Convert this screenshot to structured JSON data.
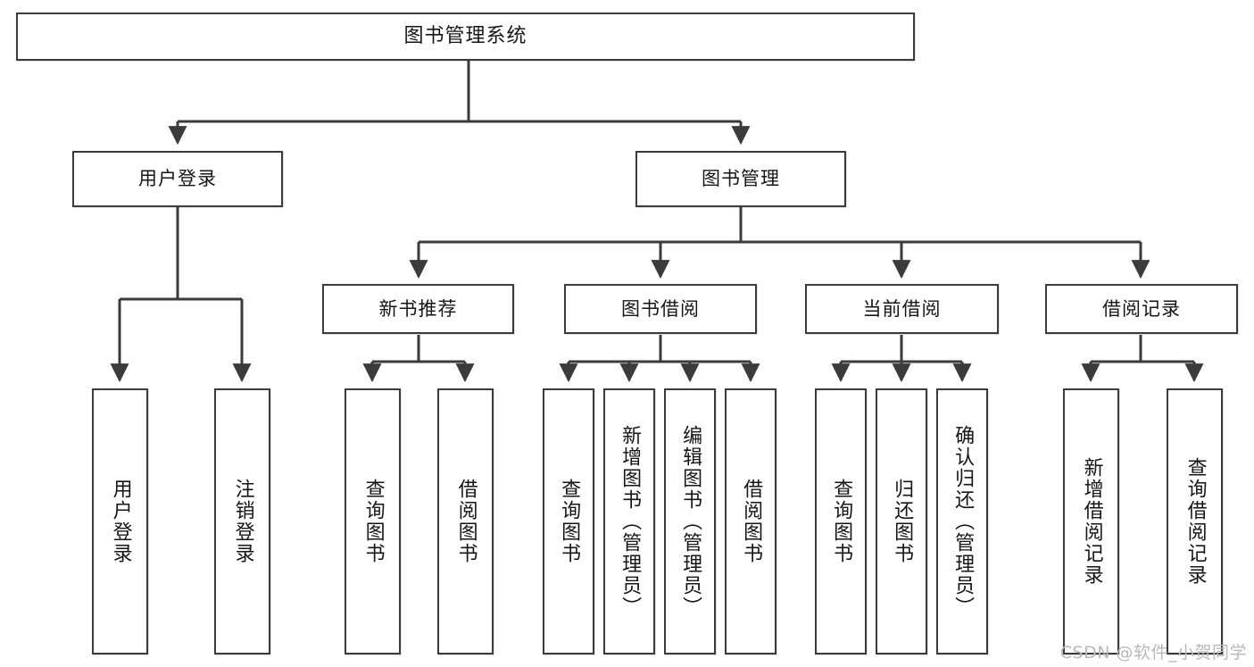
{
  "diagram": {
    "title": "图书管理系统",
    "type": "tree-hierarchy-chart",
    "watermark": "CSDN @软件_小贺同学",
    "colors": {
      "stroke": "#3b3b3b",
      "text": "#161616",
      "background": "#ffffff",
      "watermark": "#b9b9b9"
    }
  },
  "root": {
    "label": "图书管理系统"
  },
  "level1": [
    {
      "id": "user-login",
      "label": "用户登录"
    },
    {
      "id": "book-manage",
      "label": "图书管理"
    }
  ],
  "level2": [
    {
      "id": "new-book-recommend",
      "label": "新书推荐"
    },
    {
      "id": "book-borrow",
      "label": "图书借阅"
    },
    {
      "id": "current-borrow",
      "label": "当前借阅"
    },
    {
      "id": "borrow-record",
      "label": "借阅记录"
    }
  ],
  "leaves": {
    "user_login": [
      {
        "id": "leaf-user-login",
        "label": "用户登录"
      },
      {
        "id": "leaf-logout-login",
        "label": "注销登录"
      }
    ],
    "new_book_recommend": [
      {
        "id": "leaf-query-book-1",
        "label": "查询图书"
      },
      {
        "id": "leaf-borrow-book-1",
        "label": "借阅图书"
      }
    ],
    "book_borrow": [
      {
        "id": "leaf-query-book-2",
        "label": "查询图书"
      },
      {
        "id": "leaf-add-book",
        "label": "新增图书（管理员）"
      },
      {
        "id": "leaf-edit-book",
        "label": "编辑图书（管理员）"
      },
      {
        "id": "leaf-borrow-book-2",
        "label": "借阅图书"
      }
    ],
    "current_borrow": [
      {
        "id": "leaf-query-book-3",
        "label": "查询图书"
      },
      {
        "id": "leaf-return-book",
        "label": "归还图书"
      },
      {
        "id": "leaf-confirm-return",
        "label": "确认归还（管理员）"
      }
    ],
    "borrow_record": [
      {
        "id": "leaf-add-record",
        "label": "新增借阅记录"
      },
      {
        "id": "leaf-query-record",
        "label": "查询借阅记录"
      }
    ]
  }
}
